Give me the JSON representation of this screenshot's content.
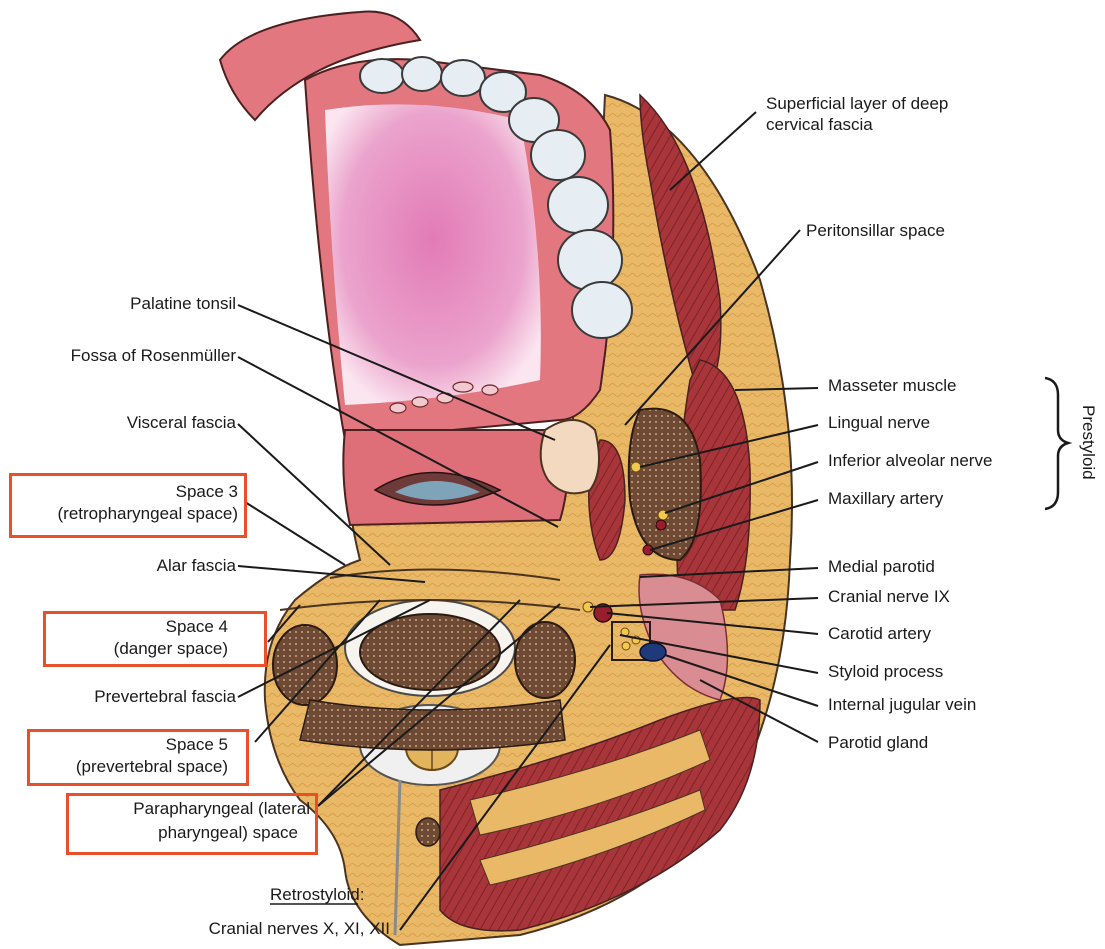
{
  "labels": {
    "superficial_layer": [
      "Superficial layer of deep",
      "cervical fascia"
    ],
    "peritonsillar_space": "Peritonsillar space",
    "palatine_tonsil": "Palatine tonsil",
    "fossa_rosenmuller": "Fossa of Rosenmüller",
    "visceral_fascia": "Visceral fascia",
    "masseter_muscle": "Masseter muscle",
    "lingual_nerve": "Lingual nerve",
    "inferior_alveolar_nerve": "Inferior alveolar nerve",
    "maxillary_artery": "Maxillary artery",
    "medial_parotid": "Medial parotid",
    "cranial_nerve_ix": "Cranial nerve IX",
    "carotid_artery": "Carotid artery",
    "styloid_process": "Styloid process",
    "internal_jugular_vein": "Internal jugular vein",
    "parotid_gland": "Parotid gland",
    "alar_fascia": "Alar fascia",
    "prevertebral_fascia": "Prevertebral fascia",
    "prestyloid": "Prestyloid",
    "retrostyloid_heading": "Retrostyloid:",
    "retrostyloid_nerves": "Cranial nerves X, XI, XII"
  },
  "boxed_labels": {
    "space3": [
      "Space 3",
      "(retropharyngeal space)"
    ],
    "space4": [
      "Space 4",
      "(danger space)"
    ],
    "space5": [
      "Space 5",
      "(prevertebral space)"
    ],
    "parapharyngeal": [
      "Parapharyngeal (lateral",
      "pharyngeal) space"
    ]
  },
  "colors": {
    "highlight_box": "#e8502a",
    "fascia_tan": "#e9b765",
    "muscle_red": "#a8353a",
    "mucosa_pink": "#e07a86",
    "bone_brown": "#6e4a34"
  }
}
